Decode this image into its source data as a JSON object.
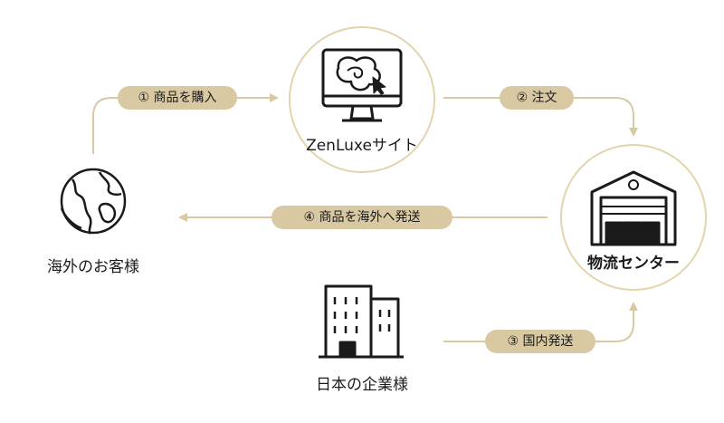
{
  "colors": {
    "accent": "#d8c9a3",
    "circle_ring": "#e3d4ac",
    "line": "#d8c9a3",
    "icon_stroke": "#1a1a1a"
  },
  "nodes": {
    "site": {
      "label": "ZenLuxeサイト",
      "icon": "monitor-icon"
    },
    "overseas": {
      "label": "海外のお客様",
      "icon": "globe-icon"
    },
    "logistics": {
      "label": "物流センター",
      "icon": "warehouse-icon"
    },
    "japan": {
      "label": "日本の企業様",
      "icon": "building-icon"
    }
  },
  "steps": [
    {
      "label": "① 商品を購入"
    },
    {
      "label": "② 注文"
    },
    {
      "label": "③ 国内発送"
    },
    {
      "label": "④ 商品を海外へ発送"
    }
  ]
}
